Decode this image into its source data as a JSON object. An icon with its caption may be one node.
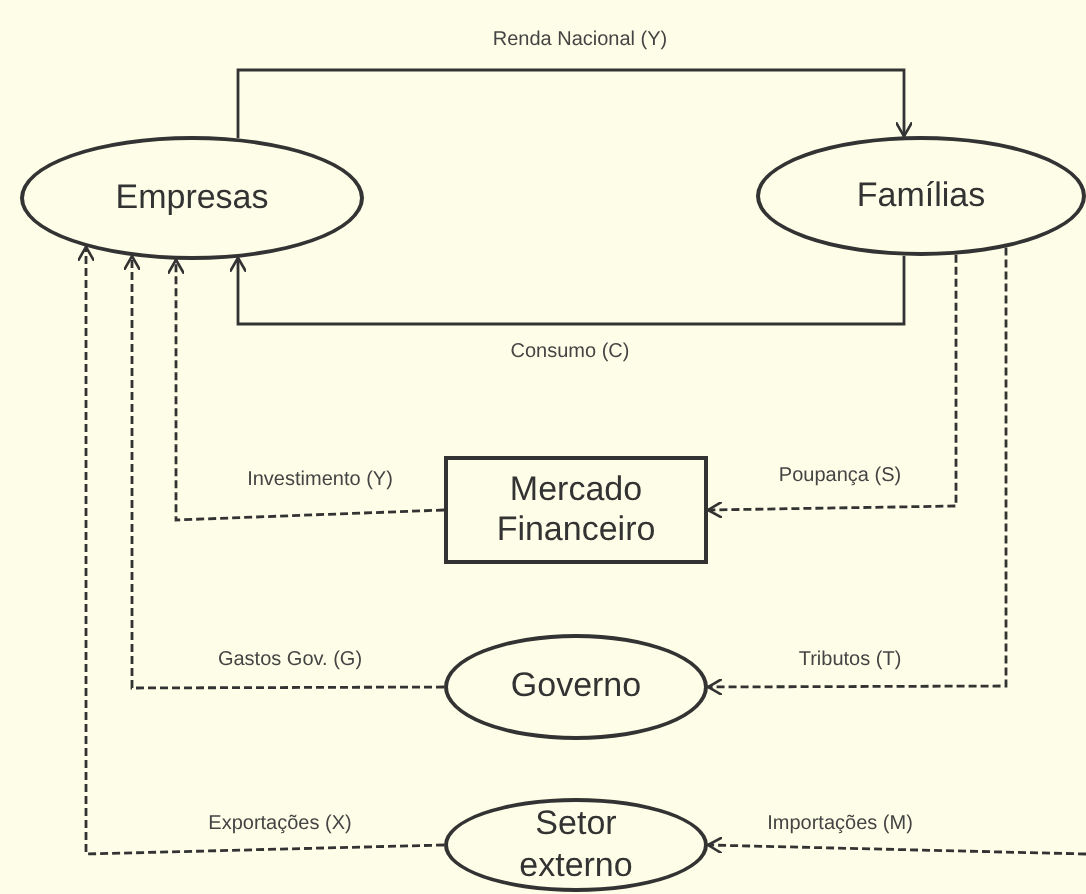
{
  "diagram": {
    "nodes": [
      {
        "text": [
          "Empresas"
        ]
      },
      {
        "text": [
          "Famílias"
        ]
      },
      {
        "text": [
          "Mercado Financeiro"
        ]
      },
      {
        "text": [
          "Governo"
        ]
      },
      {
        "text": [
          "Setor externo"
        ]
      }
    ],
    "edges": [
      {
        "from": 0,
        "to": 1,
        "arrow": "to",
        "label": "Renda Nacional (Y)"
      },
      {
        "from": 1,
        "to": 0,
        "arrow": "to",
        "label": "Consumo (C)"
      },
      {
        "from": 2,
        "to": 0,
        "arrow": "to",
        "label": "Investimento (Y)",
        "style": "dashed"
      },
      {
        "from": 1,
        "to": 2,
        "arrow": "to",
        "label": "Poupança (S)",
        "style": "dashed"
      },
      {
        "from": 3,
        "to": 0,
        "arrow": "to",
        "label": "Gastos Gov. (G)",
        "style": "dashed"
      },
      {
        "from": 1,
        "to": 3,
        "arrow": "to",
        "label": "Tributos (T)",
        "style": "dashed"
      },
      {
        "from": 4,
        "to": 0,
        "arrow": "to",
        "label": "Exportações (X)",
        "style": "dashed"
      },
      {
        "from": null,
        "to": 4,
        "arrow": "to",
        "label": "Importações (M)",
        "style": "dashed"
      }
    ]
  }
}
